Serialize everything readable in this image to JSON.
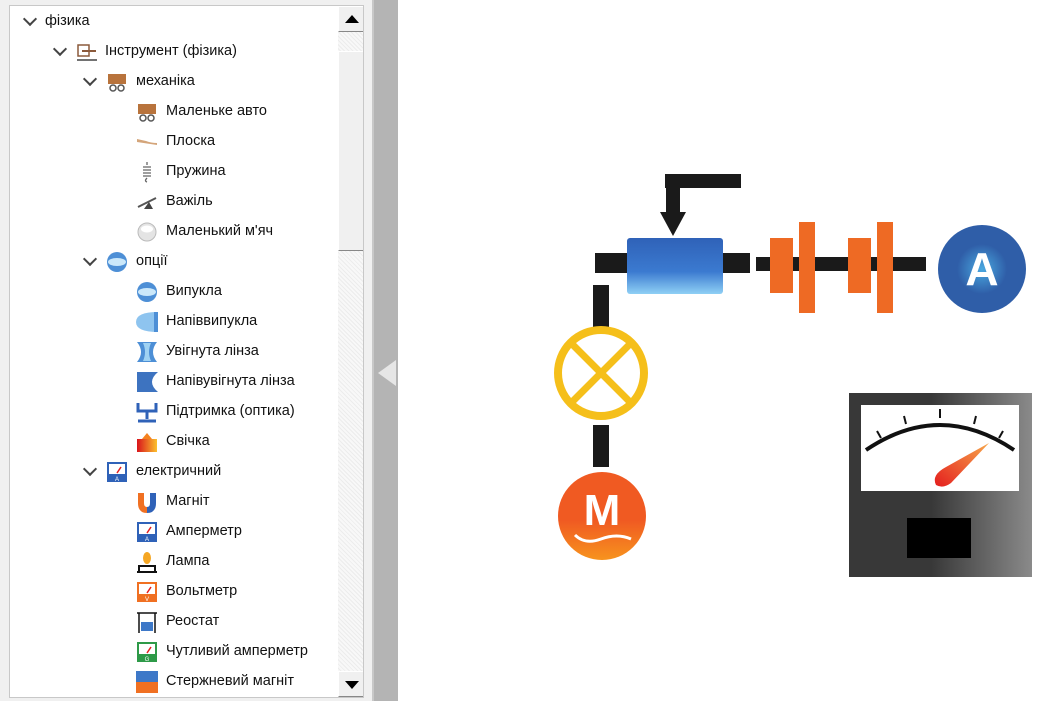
{
  "tree": {
    "items": [
      {
        "label": "фізика",
        "level": 0,
        "expanded": true,
        "icon": "none"
      },
      {
        "label": "Інструмент (фізика)",
        "level": 1,
        "expanded": true,
        "icon": "instrument-icon"
      },
      {
        "label": "механіка",
        "level": 2,
        "expanded": true,
        "icon": "cart-icon"
      },
      {
        "label": "Маленьке авто",
        "level": 3,
        "icon": "cart-icon"
      },
      {
        "label": "Плоска",
        "level": 3,
        "icon": "plane-icon"
      },
      {
        "label": "Пружина",
        "level": 3,
        "icon": "spring-icon"
      },
      {
        "label": "Важіль",
        "level": 3,
        "icon": "lever-icon"
      },
      {
        "label": "Маленький м'яч",
        "level": 3,
        "icon": "ball-icon"
      },
      {
        "label": "опції",
        "level": 2,
        "expanded": true,
        "icon": "lens-icon"
      },
      {
        "label": "Випукла",
        "level": 3,
        "icon": "convex-lens-icon"
      },
      {
        "label": "Напіввипукла",
        "level": 3,
        "icon": "plano-convex-lens-icon"
      },
      {
        "label": "Увігнута лінза",
        "level": 3,
        "icon": "concave-lens-icon"
      },
      {
        "label": "Напівувігнута лінза",
        "level": 3,
        "icon": "plano-concave-lens-icon"
      },
      {
        "label": "Підтримка (оптика)",
        "level": 3,
        "icon": "optics-support-icon"
      },
      {
        "label": "Свічка",
        "level": 3,
        "icon": "candle-icon"
      },
      {
        "label": "електричний",
        "level": 2,
        "expanded": true,
        "icon": "ammeter-icon"
      },
      {
        "label": "Магніт",
        "level": 3,
        "icon": "magnet-icon"
      },
      {
        "label": "Амперметр",
        "level": 3,
        "icon": "ammeter-icon"
      },
      {
        "label": "Лампа",
        "level": 3,
        "icon": "lamp-icon"
      },
      {
        "label": "Вольтметр",
        "level": 3,
        "icon": "voltmeter-icon"
      },
      {
        "label": "Реостат",
        "level": 3,
        "icon": "rheostat-icon"
      },
      {
        "label": "Чутливий амперметр",
        "level": 3,
        "icon": "galvanometer-icon"
      },
      {
        "label": "Стержневий магніт",
        "level": 3,
        "icon": "bar-magnet-icon"
      }
    ]
  },
  "canvas": {
    "ammeter_symbol": "A",
    "motor_symbol": "M",
    "colors": {
      "wire": "#1a1a1a",
      "battery": "#ee6a24",
      "ammeter": "#2f5ea8",
      "lamp": "#f5bf1a",
      "motor": "#f05a22"
    }
  }
}
